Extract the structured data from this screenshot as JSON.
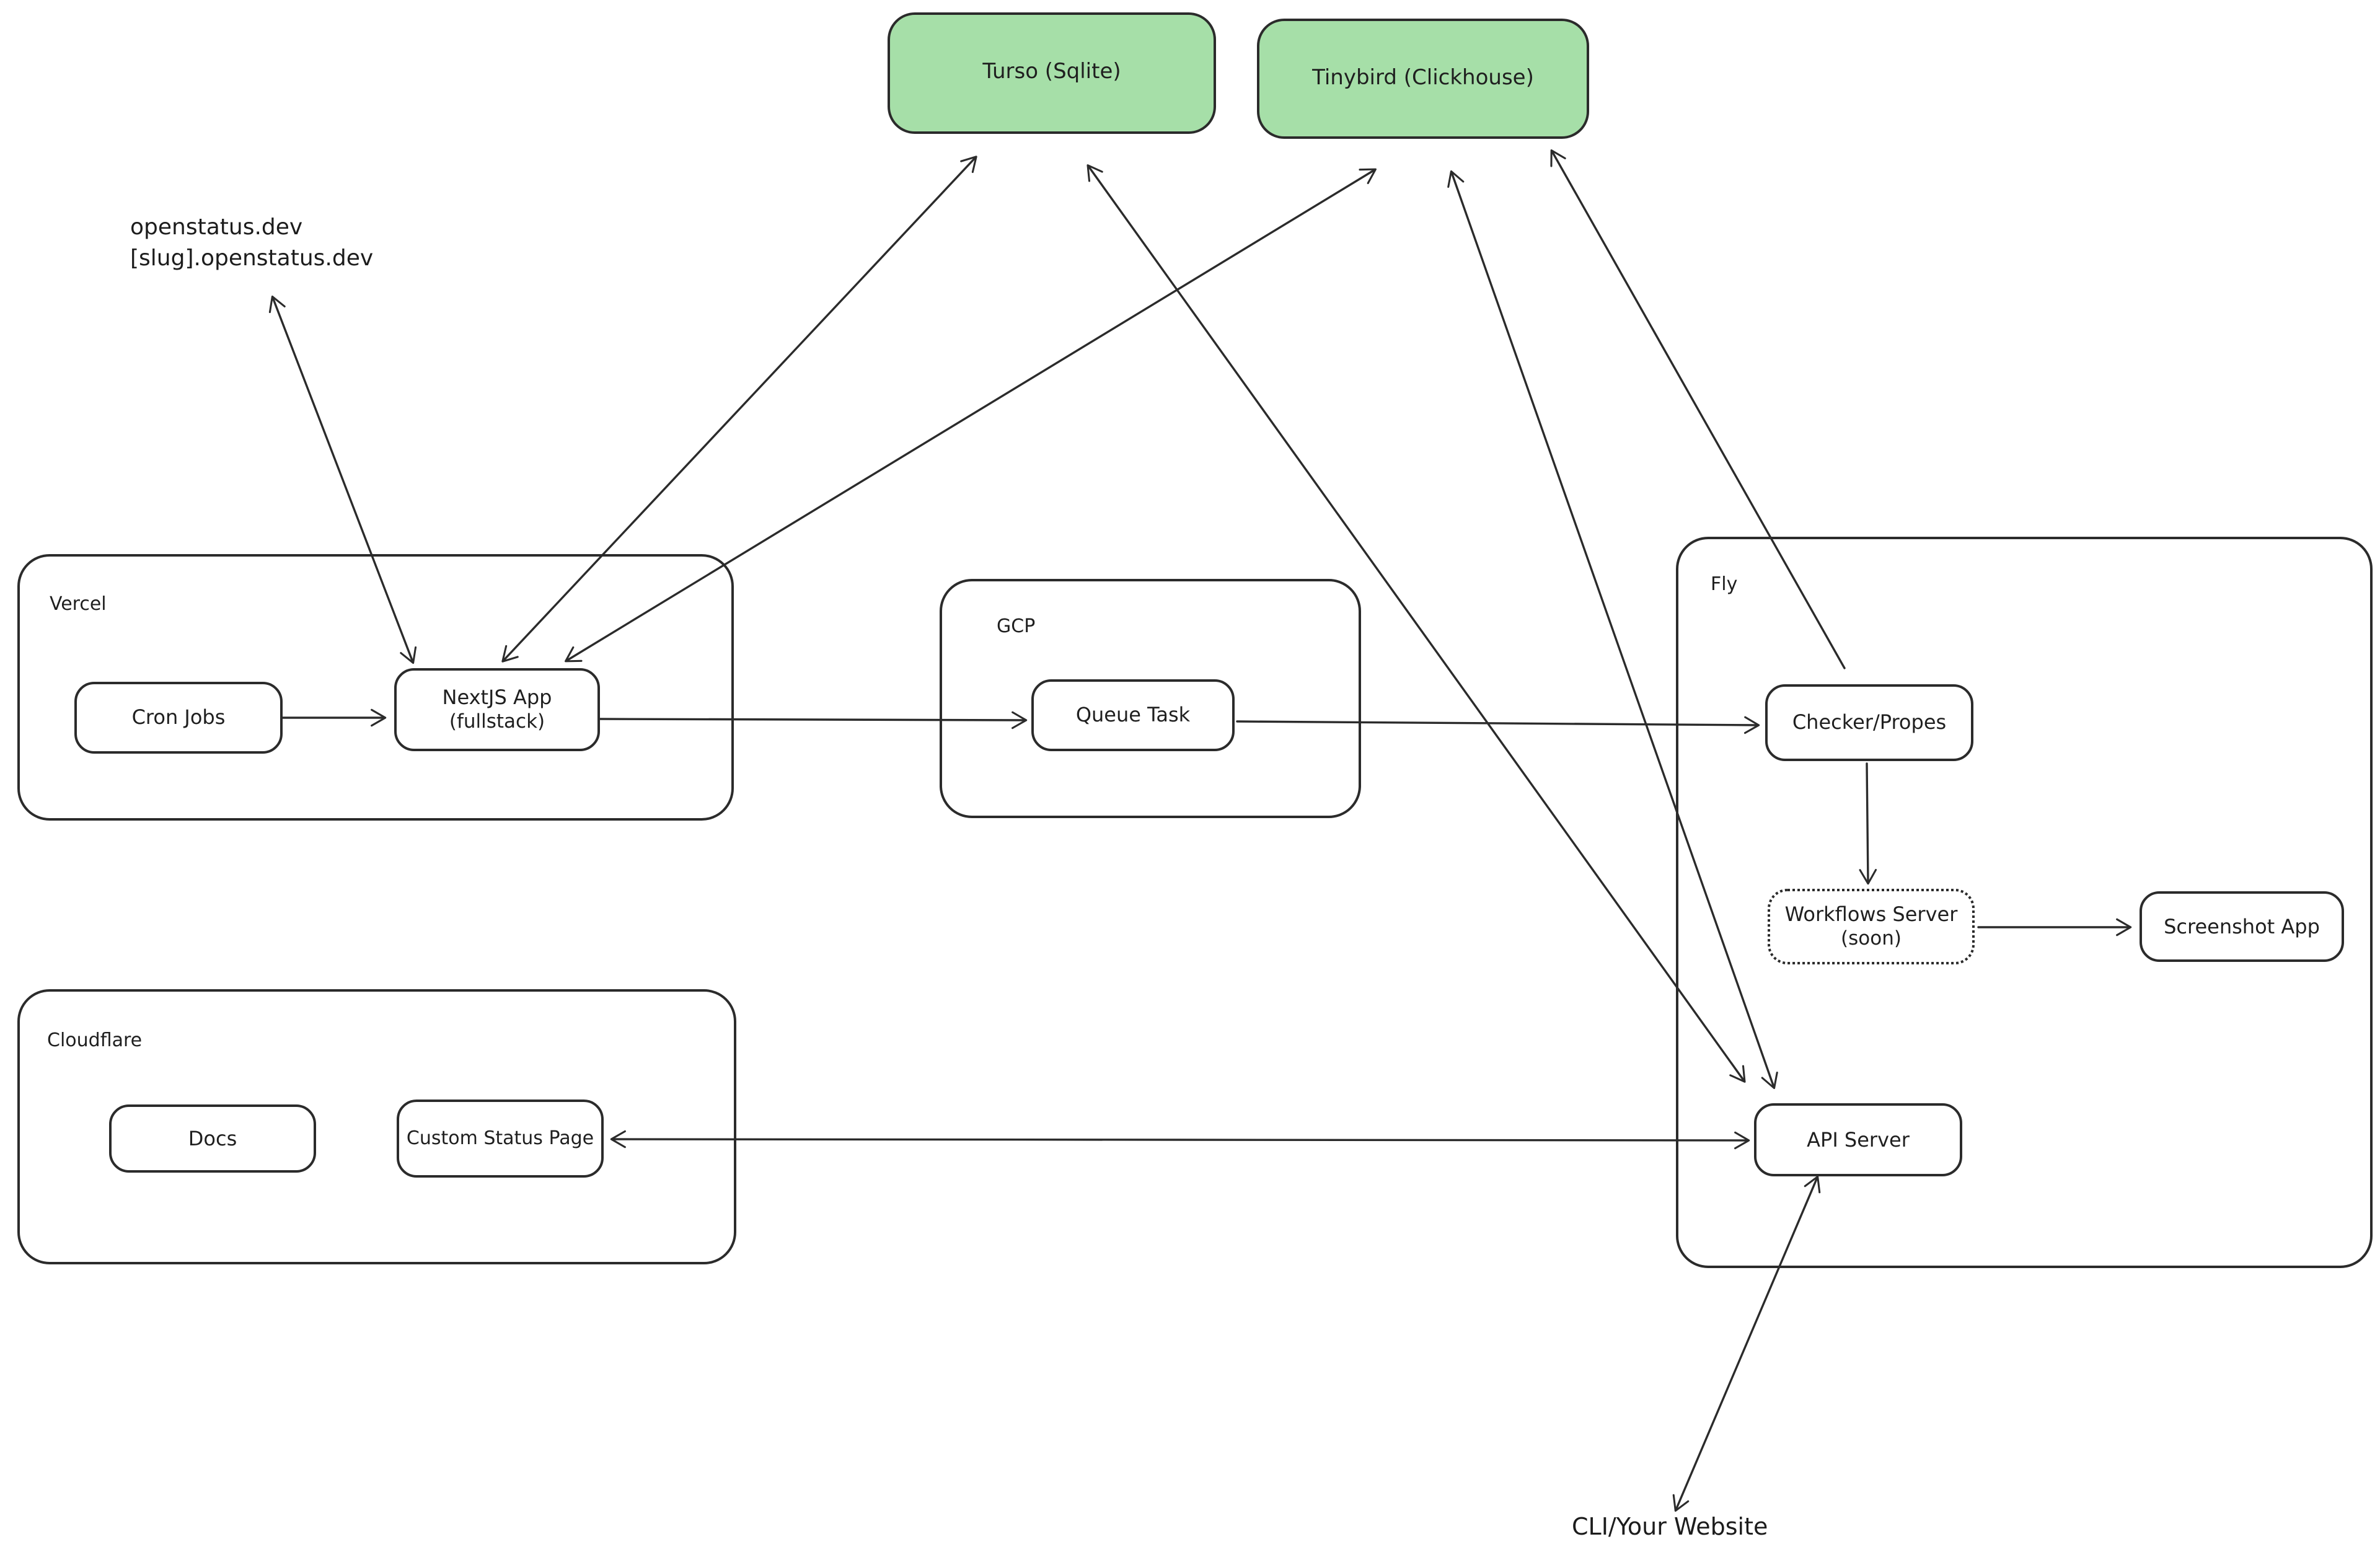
{
  "canvas": {
    "background_color": "#ffffff",
    "stroke_color": "#2b2b2b",
    "green_fill": "#a6dfa8"
  },
  "containers": {
    "vercel": {
      "label": "Vercel"
    },
    "gcp": {
      "label": "GCP"
    },
    "fly": {
      "label": "Fly"
    },
    "cloudflare": {
      "label": "Cloudflare"
    }
  },
  "nodes": {
    "turso": {
      "label": "Turso (Sqlite)"
    },
    "tinybird": {
      "label": "Tinybird (Clickhouse)"
    },
    "cron_jobs": {
      "label": "Cron Jobs"
    },
    "nextjs_app": {
      "line1": "NextJS App",
      "line2": "(fullstack)"
    },
    "queue_task": {
      "label": "Queue Task"
    },
    "checker": {
      "label": "Checker/Propes"
    },
    "workflows_server": {
      "line1": "Workflows Server",
      "line2": "(soon)"
    },
    "screenshot_app": {
      "label": "Screenshot App"
    },
    "api_server": {
      "label": "API Server"
    },
    "docs": {
      "label": "Docs"
    },
    "custom_status_page": {
      "label": "Custom Status Page"
    }
  },
  "annotations": {
    "domains": {
      "line1": "openstatus.dev",
      "line2": "[slug].openstatus.dev"
    },
    "cli": {
      "label": "CLI/Your Website"
    }
  }
}
